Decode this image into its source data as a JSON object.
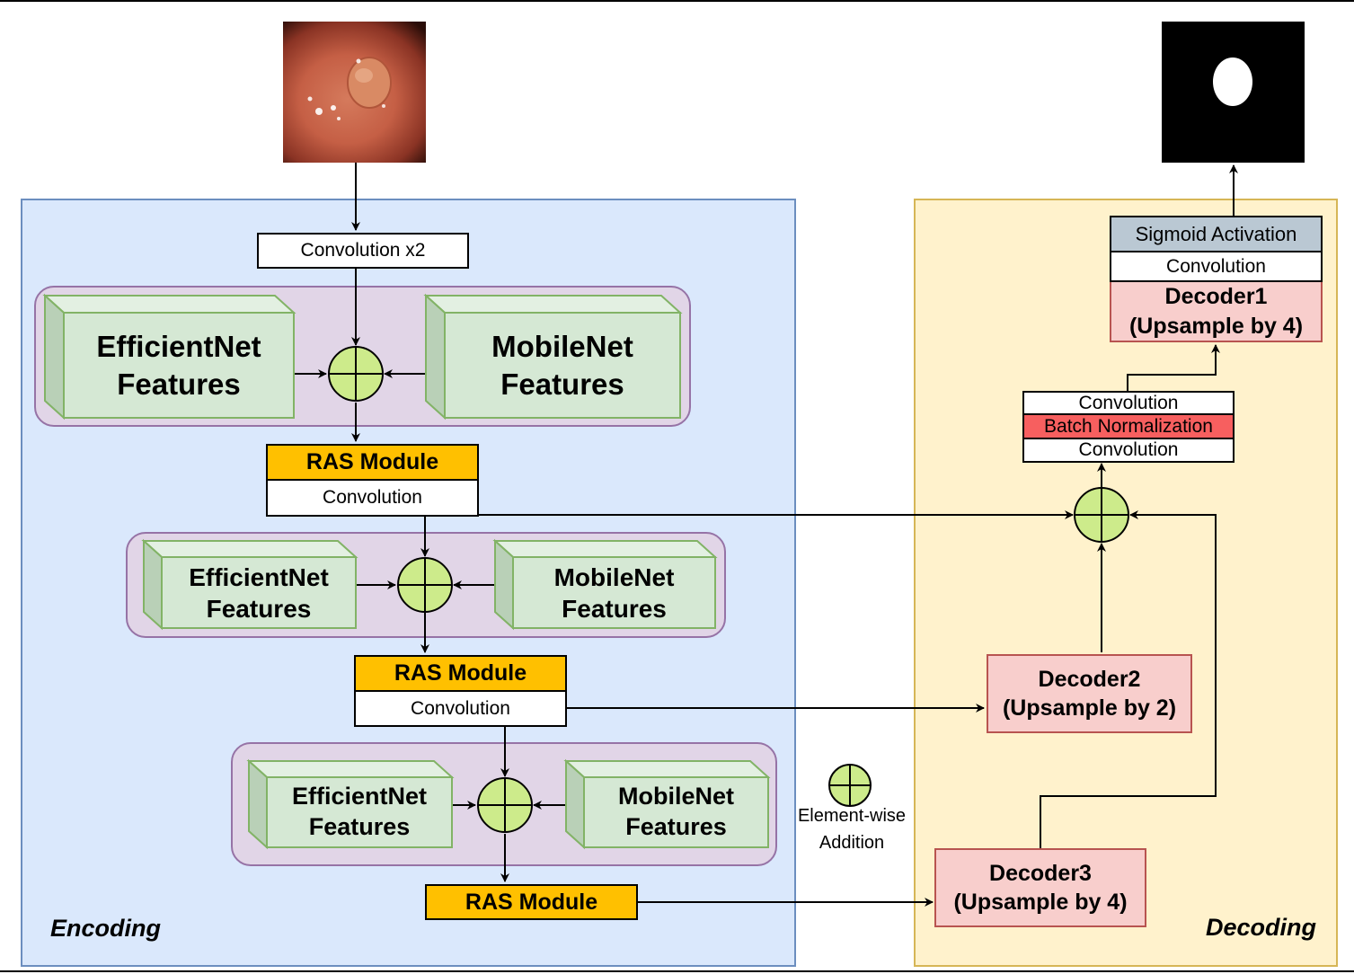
{
  "panels": {
    "encoding": "Encoding",
    "decoding": "Decoding"
  },
  "input_image": {
    "icon": "colonoscopy-polyp-image"
  },
  "output_image": {
    "icon": "segmentation-mask-image"
  },
  "encoder": {
    "stem": "Convolution x2",
    "stage1": {
      "left": [
        "EfficientNet",
        "Features"
      ],
      "right": [
        "MobileNet",
        "Features"
      ],
      "ras": "RAS Module",
      "conv": "Convolution"
    },
    "stage2": {
      "left": [
        "EfficientNet",
        "Features"
      ],
      "right": [
        "MobileNet",
        "Features"
      ],
      "ras": "RAS Module",
      "conv": "Convolution"
    },
    "stage3": {
      "left": [
        "EfficientNet",
        "Features"
      ],
      "right": [
        "MobileNet",
        "Features"
      ],
      "ras": "RAS Module"
    }
  },
  "decoder": {
    "decoder3": [
      "Decoder3",
      "(Upsample by 4)"
    ],
    "decoder2": [
      "Decoder2",
      "(Upsample by 2)"
    ],
    "block": [
      "Convolution",
      "Batch Normalization",
      "Convolution"
    ],
    "decoder1": [
      "Decoder1",
      "(Upsample by 4)"
    ],
    "head_conv": "Convolution",
    "sigmoid": "Sigmoid Activation"
  },
  "legend": {
    "line1": "Element-wise",
    "line2": "Addition"
  },
  "colors": {
    "encoding_bg": "#dae8fc",
    "decoding_bg": "#fff2cc",
    "group_bg": "#e1d5e7",
    "feature_block": "#d5e8d4",
    "ras": "#ffc000",
    "decoder": "#f8cecc",
    "batch_norm": "#f75f5f",
    "sigmoid": "#bac8d3",
    "add_node": "#cdeb8b"
  }
}
